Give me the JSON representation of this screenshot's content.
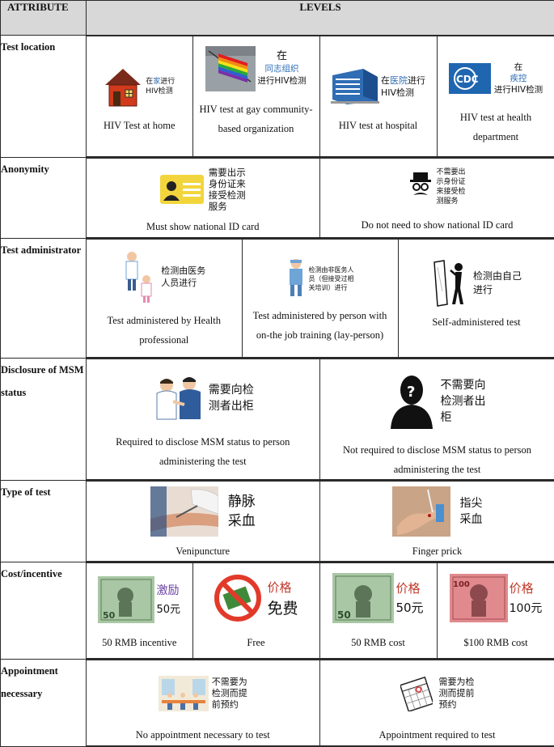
{
  "header": {
    "attribute": "ATTRIBUTE",
    "levels": "LEVELS"
  },
  "rows": {
    "location": {
      "label": "Test location",
      "levels": [
        {
          "cn": [
            "在",
            "家",
            "进行",
            "HIV检测"
          ],
          "caption": "HIV Test at home",
          "icon": "house-icon"
        },
        {
          "cn": [
            "在",
            "同志组织",
            "进行HIV检测"
          ],
          "caption": "HIV test at gay community-based organization",
          "icon": "rainbow-flag-icon"
        },
        {
          "cn": [
            "在",
            "医院",
            "进行",
            "HIV检测"
          ],
          "caption": "HIV test at hospital",
          "icon": "hospital-building-icon"
        },
        {
          "cn": [
            "在",
            "疾控",
            "进行HIV检测"
          ],
          "caption": "HIV test at health department",
          "icon": "cdc-logo-icon"
        }
      ]
    },
    "anonymity": {
      "label": "Anonymity",
      "levels": [
        {
          "cn": [
            "需要出示",
            "身份证来",
            "接受检测",
            "服务"
          ],
          "caption": "Must show national ID card",
          "icon": "id-card-icon"
        },
        {
          "cn": [
            "不需要出",
            "示身份证",
            "来接受检",
            "测服务"
          ],
          "caption": "Do not need to show national ID card",
          "icon": "disguised-person-icon"
        }
      ]
    },
    "administrator": {
      "label": "Test administrator",
      "levels": [
        {
          "cn": [
            "检测由医务",
            "人员进行"
          ],
          "caption": "Test administered by Health professional",
          "icon": "doctor-nurse-icon"
        },
        {
          "cn": [
            "检测由非医务人",
            "员（但接受过相",
            "关培训）进行"
          ],
          "caption": "Test administered by person with on-the job training (lay-person)",
          "icon": "lay-person-icon"
        },
        {
          "cn": [
            "检测由自己",
            "进行"
          ],
          "caption": "Self-administered test",
          "icon": "mirror-self-icon"
        }
      ]
    },
    "disclosure": {
      "label": "Disclosure of MSM status",
      "levels": [
        {
          "cn": [
            "需要向检",
            "测者出柜"
          ],
          "caption": "Required to disclose MSM status to person administering the test",
          "icon": "counseling-icon"
        },
        {
          "cn": [
            "不需要向",
            "检测者出",
            "柜"
          ],
          "caption": "Not required to disclose MSM status to person administering the test",
          "icon": "anonymous-silhouette-icon"
        }
      ]
    },
    "type": {
      "label": "Type of test",
      "levels": [
        {
          "cn": [
            "静脉",
            "采血"
          ],
          "caption": "Venipuncture",
          "icon": "venipuncture-icon"
        },
        {
          "cn": [
            "指尖",
            "采血"
          ],
          "caption": "Finger prick",
          "icon": "finger-prick-icon"
        }
      ]
    },
    "cost": {
      "label": "Cost/incentive",
      "levels": [
        {
          "cn": [
            "激励",
            "50元"
          ],
          "caption": "50 RMB incentive",
          "icon": "banknote-50-icon"
        },
        {
          "cn": [
            "价格",
            "免费"
          ],
          "caption": "Free",
          "icon": "no-money-icon"
        },
        {
          "cn": [
            "价格",
            "50元"
          ],
          "caption": "50 RMB cost",
          "icon": "banknote-50-icon"
        },
        {
          "cn": [
            "价格",
            "100元"
          ],
          "caption": "$100 RMB cost",
          "icon": "banknote-100-icon"
        }
      ]
    },
    "appointment": {
      "label": "Appointment necessary",
      "levels": [
        {
          "cn": [
            "不需要为",
            "检测而提",
            "前预约"
          ],
          "caption": "No appointment necessary to test",
          "icon": "waiting-room-icon"
        },
        {
          "cn": [
            "需要为检",
            "测而提前",
            "预约"
          ],
          "caption": "Appointment required to test",
          "icon": "calendar-icon"
        }
      ]
    }
  },
  "colors": {
    "header_bg": "#d8d8d8",
    "border": "#2a2a2a",
    "cn_blue": "#2f6db5",
    "cn_red": "#c0392b"
  }
}
